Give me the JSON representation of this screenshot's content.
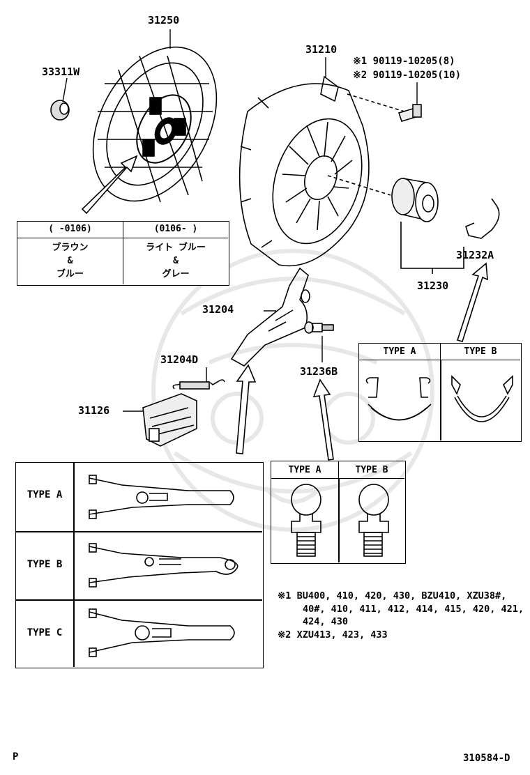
{
  "labels": {
    "p31250": "31250",
    "p33311W": "33311W",
    "p31210": "31210",
    "bolt1": "※1  90119-10205(8)",
    "bolt2": "※2  90119-10205(10)",
    "p31232A": "31232A",
    "p31230": "31230",
    "p31204": "31204",
    "p31204D": "31204D",
    "p31236B": "31236B",
    "p31126": "31126"
  },
  "color_table": {
    "col1_header": "(     -0106)",
    "col2_header": "(0106-     )",
    "col1_lines": [
      "ブラウン",
      "&",
      "ブルー"
    ],
    "col2_lines": [
      "ライト ブルー",
      "&",
      "グレー"
    ]
  },
  "clip_table": {
    "type_a": "TYPE A",
    "type_b": "TYPE B"
  },
  "pivot_table": {
    "type_a": "TYPE A",
    "type_b": "TYPE B"
  },
  "fork_table": {
    "rows": [
      "TYPE A",
      "TYPE B",
      "TYPE C"
    ]
  },
  "notes": {
    "n1_line1": "※1  BU400, 410, 420, 430, BZU410, XZU38#,",
    "n1_line2": "40#, 410, 411, 412, 414, 415, 420, 421,",
    "n1_line3": "424, 430",
    "n2": "※2  XZU413, 423, 433"
  },
  "footer": {
    "left": "P",
    "right": "310584-D"
  }
}
